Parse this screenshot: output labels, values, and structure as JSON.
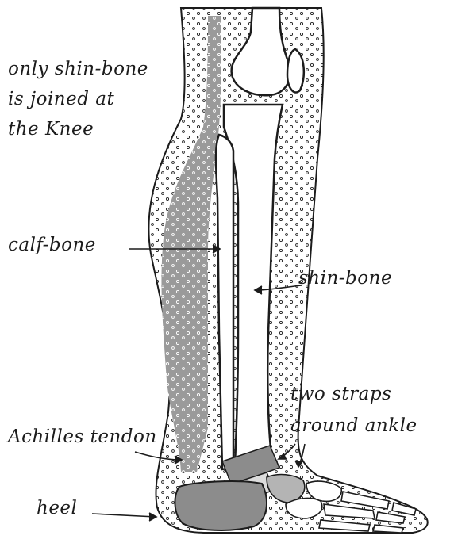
{
  "labels": {
    "knee_note_line1": "only shin-bone",
    "knee_note_line2": "is joined at",
    "knee_note_line3": "the Knee",
    "calf_bone": "calf-bone",
    "shin_bone": "shin-bone",
    "straps_line1": "two straps",
    "straps_line2": "around ankle",
    "achilles": "Achilles tendon",
    "heel": "heel"
  },
  "colors": {
    "ink": "#1c1c1c",
    "tendon_shade": "#9a9a9a",
    "bone_shade": "#8c8c8c",
    "paper": "#ffffff"
  }
}
